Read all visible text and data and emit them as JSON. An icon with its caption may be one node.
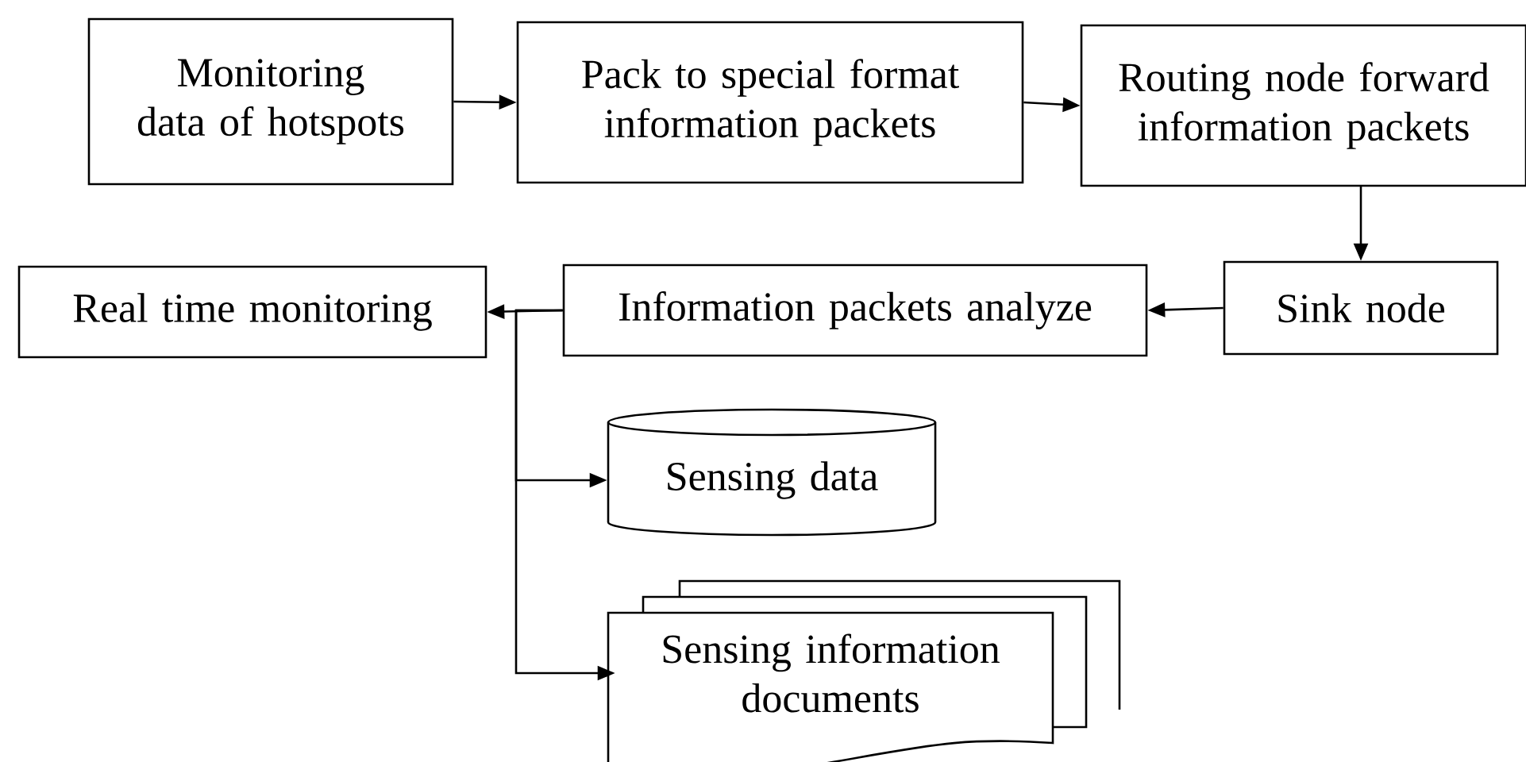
{
  "diagram": {
    "nodes": [
      {
        "text": [
          "Monitoring data of hotspots"
        ]
      },
      {
        "text": [
          "Pack to special format information packets"
        ]
      },
      {
        "text": [
          "Routing node forward information packets"
        ]
      },
      {
        "text": [
          "Sink node"
        ]
      },
      {
        "text": [
          "Information packets analyze"
        ]
      },
      {
        "text": [
          "Real time monitoring"
        ]
      },
      {
        "text": [
          "Sensing data"
        ]
      },
      {
        "text": [
          "Sensing information documents"
        ]
      }
    ],
    "edges": [
      {
        "from": 0,
        "to": 1,
        "arrow": "to"
      },
      {
        "from": 1,
        "to": 2,
        "arrow": "to"
      },
      {
        "from": 2,
        "to": 3,
        "arrow": "to"
      },
      {
        "from": 3,
        "to": 4,
        "arrow": "to"
      },
      {
        "from": 4,
        "to": 5,
        "arrow": "to"
      },
      {
        "from": 4,
        "to": 6,
        "arrow": "to"
      },
      {
        "from": 4,
        "to": 7,
        "arrow": "to"
      }
    ]
  }
}
